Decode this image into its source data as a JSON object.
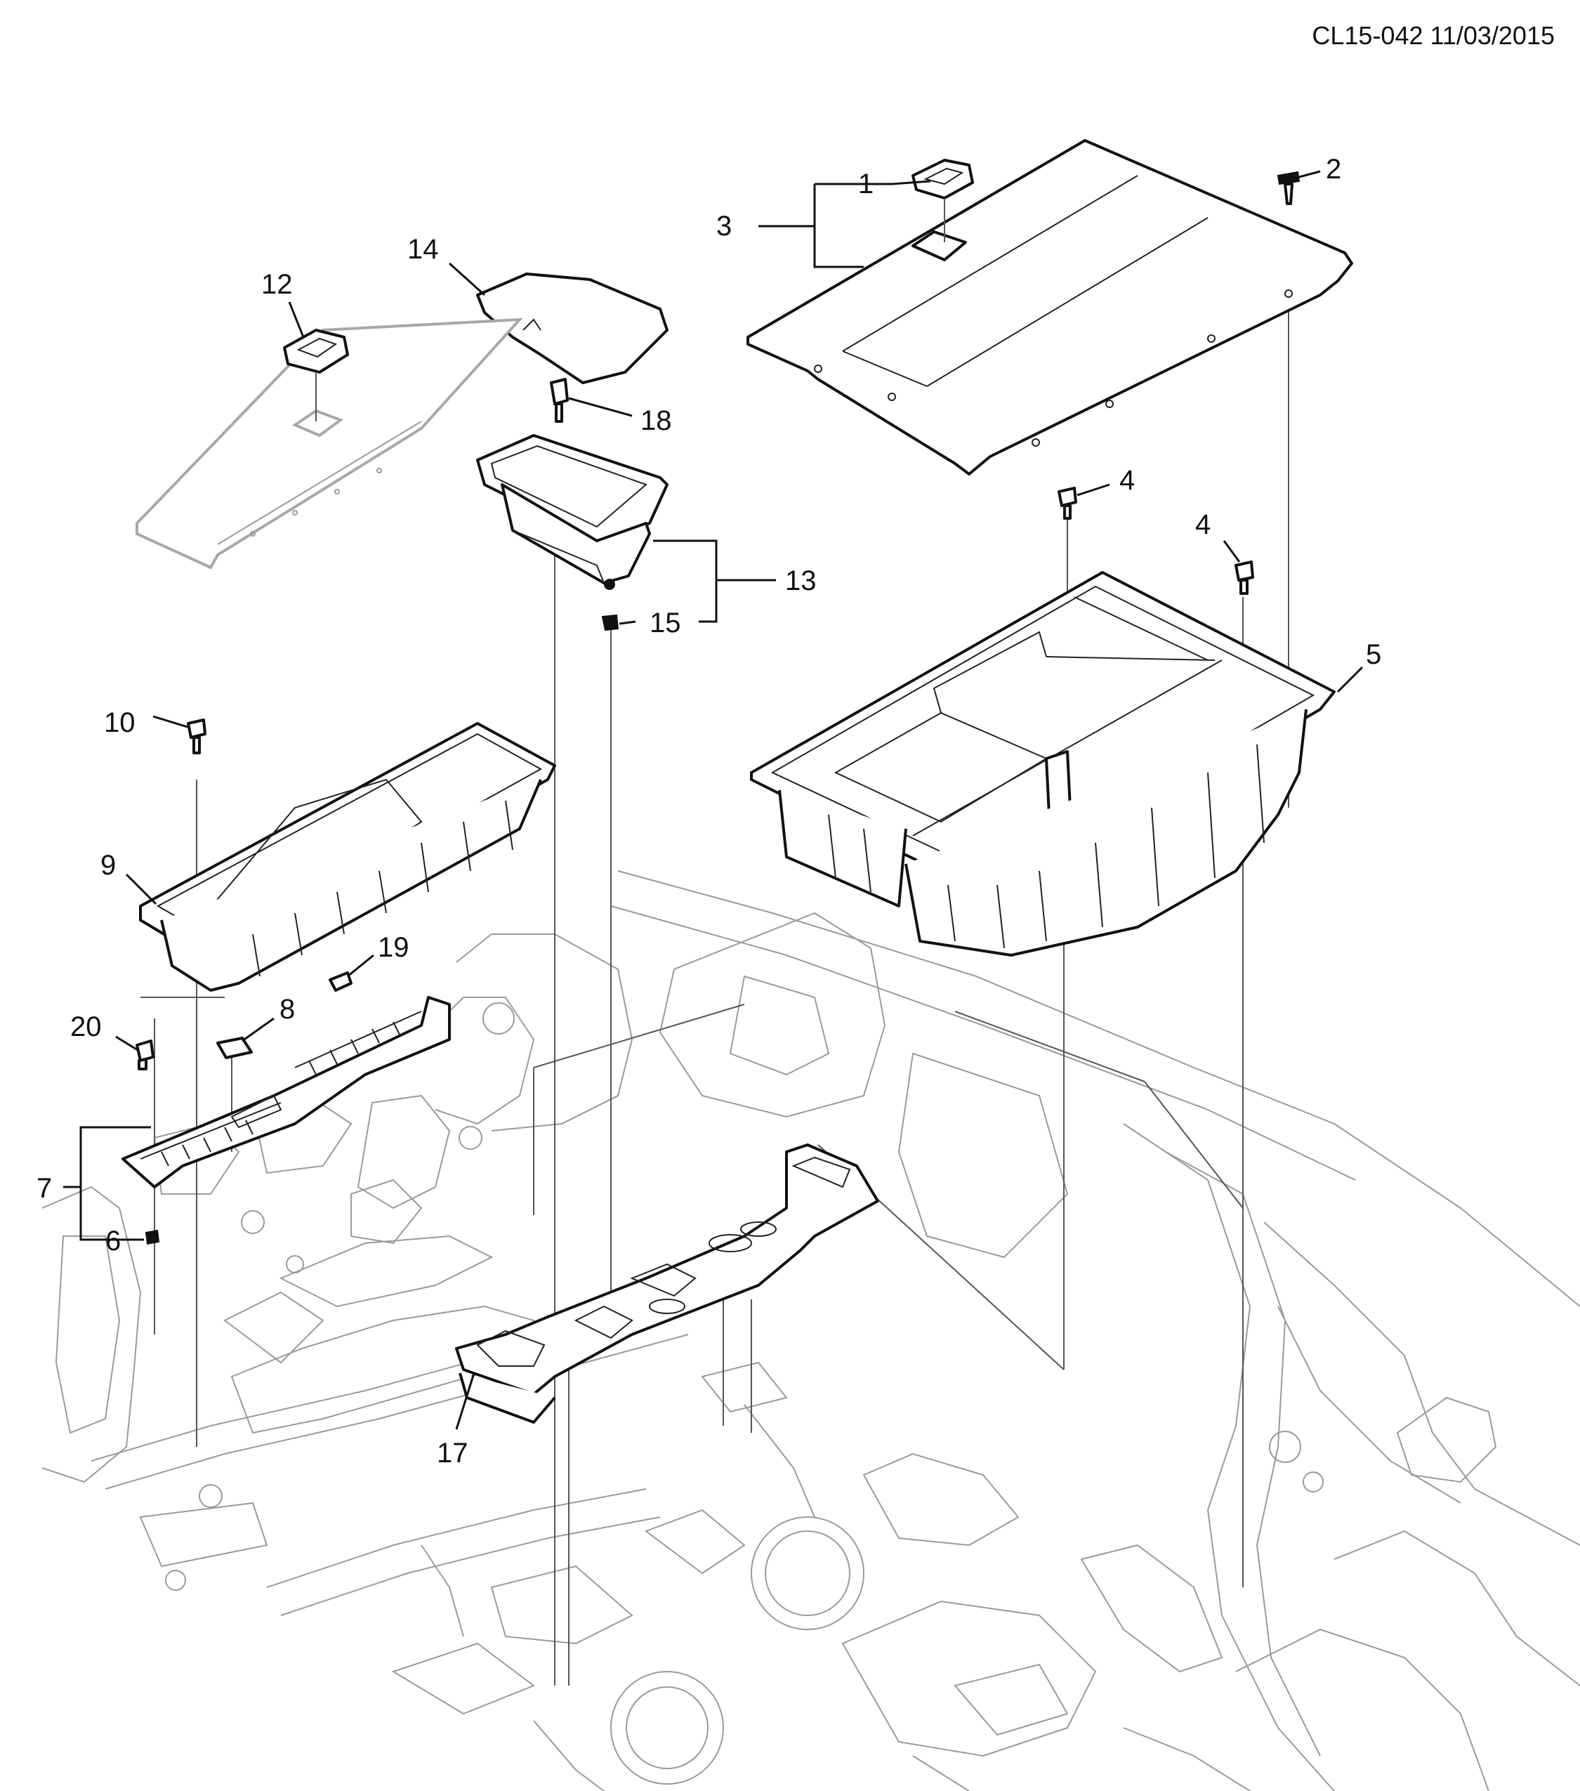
{
  "header": {
    "drawing_id": "CL15-042 11/03/2015"
  },
  "callouts": {
    "c1": "1",
    "c2": "2",
    "c3": "3",
    "c4a": "4",
    "c4b": "4",
    "c5": "5",
    "c6": "6",
    "c7": "7",
    "c8": "8",
    "c9": "9",
    "c10": "10",
    "c12": "12",
    "c13": "13",
    "c14": "14",
    "c15": "15",
    "c17": "17",
    "c18": "18",
    "c19": "19",
    "c20": "20"
  }
}
